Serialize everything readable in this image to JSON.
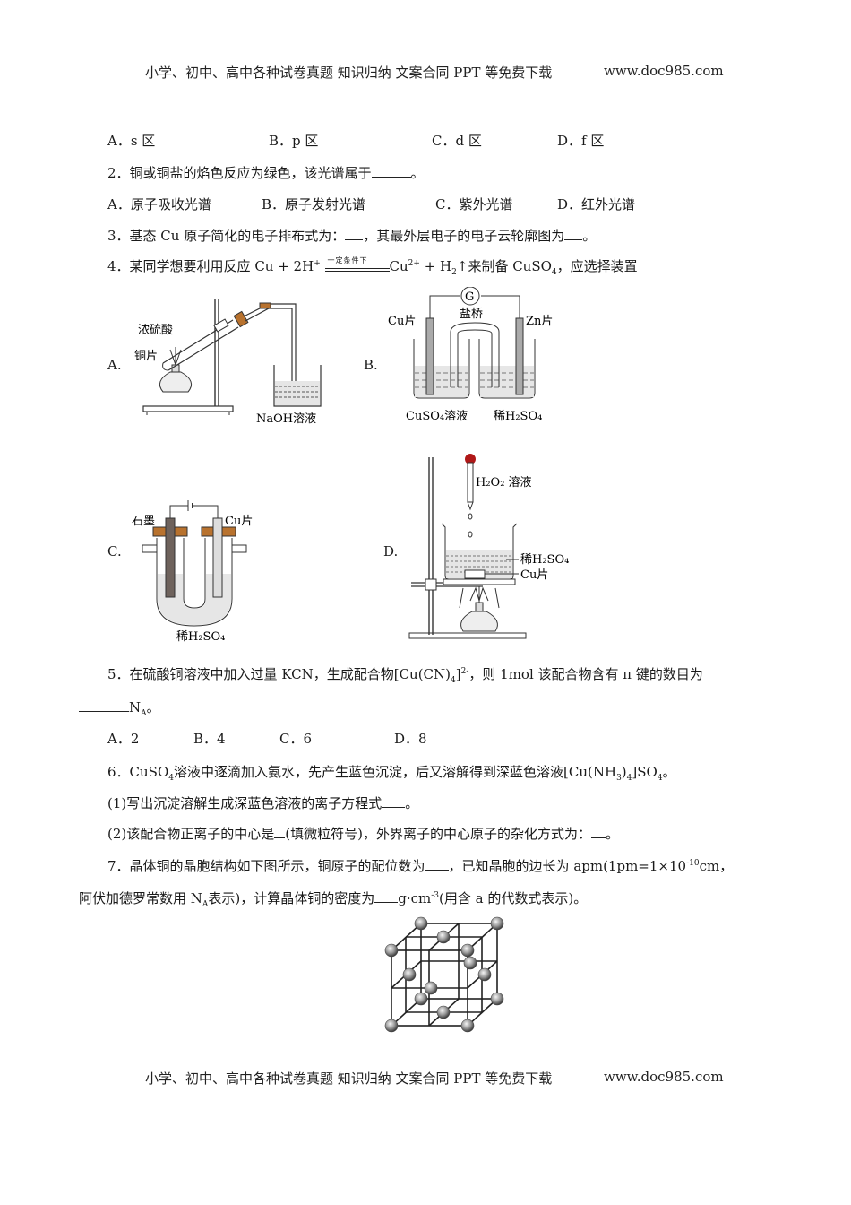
{
  "header": {
    "text": "小学、初中、高中各种试卷真题  知识归纳  文案合同  PPT 等免费下载",
    "site": "www.doc985.com"
  },
  "q1_options": {
    "a": "A．s 区",
    "b": "B．p 区",
    "c": "C．d 区",
    "d": "D．f 区"
  },
  "q2": {
    "stem": "2．铜或铜盐的焰色反应为绿色，该光谱属于",
    "end": "。",
    "options": {
      "a": "A．原子吸收光谱",
      "b": "B．原子发射光谱",
      "c": "C．紫外光谱",
      "d": "D．红外光谱"
    }
  },
  "q3": {
    "part1": "3．基态 Cu 原子简化的电子排布式为：",
    "part2": "，其最外层电子的电子云轮廓图为",
    "end": "。"
  },
  "q4": {
    "stem": "4．某同学想要利用反应  Cu + 2H",
    "h_charge": "+",
    "condition": "一定条件下",
    "product1": "Cu",
    "product1_charge": "2+",
    "product2": " + H",
    "product2_sub": "2",
    "arrow": "↑",
    "tail": "来制备  CuSO",
    "tail_sub": "4",
    "end": "，应选择装置",
    "apparatus": {
      "a": {
        "label": "A.",
        "parts": [
          "浓硫酸",
          "铜片",
          "NaOH溶液"
        ]
      },
      "b": {
        "label": "B.",
        "meter": "G",
        "parts": [
          "Cu片",
          "盐桥",
          "Zn片",
          "CuSO₄溶液",
          "稀H₂SO₄"
        ]
      },
      "c": {
        "label": "C.",
        "parts": [
          "石墨",
          "Cu片",
          "稀H₂SO₄"
        ]
      },
      "d": {
        "label": "D.",
        "parts": [
          "H₂O₂ 溶液",
          "稀H₂SO₄",
          "Cu片"
        ]
      }
    }
  },
  "q5": {
    "stem": "5．在硫酸铜溶液中加入过量 KCN，生成配合物[Cu(CN)",
    "stem_sub": "4",
    "stem_after": "]",
    "charge": "2-",
    "stem_end": "，则 1mol 该配合物含有 π 键的数目为",
    "unit": "N",
    "unit_sub": "A",
    "end": "。",
    "options": {
      "a": "A．2",
      "b": "B．4",
      "c": "C．6",
      "d": "D．8"
    }
  },
  "q6": {
    "stem_a": "6．CuSO",
    "stem_sub1": "4",
    "stem_b": "溶液中逐滴加入氨水，先产生蓝色沉淀，后又溶解得到深蓝色溶液[Cu(NH",
    "stem_sub2": "3",
    "stem_c": ")",
    "stem_sub3": "4",
    "stem_d": "]SO",
    "stem_sub4": "4",
    "stem_end": "。",
    "sub1": "(1)写出沉淀溶解生成深蓝色溶液的离子方程式",
    "sub1_end": "。",
    "sub2_a": "(2)该配合物正离子的中心是",
    "sub2_b": "(填微粒符号)，外界离子的中心原子的杂化方式为：",
    "sub2_end": "。"
  },
  "q7": {
    "line1_a": "7．晶体铜的晶胞结构如下图所示，铜原子的配位数为",
    "line1_b": "，已知晶胞的边长为 apm(1pm=1×10",
    "exp1": "-10",
    "line1_c": "cm，",
    "line2_a": "阿伏加德罗常数用 N",
    "line2_sub": "A",
    "line2_b": "表示)，计算晶体铜的密度为",
    "line2_c": "g·cm",
    "exp2": "-3",
    "line2_d": "(用含 a 的代数式表示)。"
  },
  "footer": {
    "text": "小学、初中、高中各种试卷真题  知识归纳  文案合同  PPT 等免费下载",
    "site": "www.doc985.com"
  },
  "colors": {
    "text": "#1a1a1a",
    "stopper": "#b8722e",
    "dropper_bulb": "#b01818",
    "liquid": "#e6e6e6",
    "electrode_graphite": "#6e625c",
    "sphere": "#8a8a8a"
  }
}
